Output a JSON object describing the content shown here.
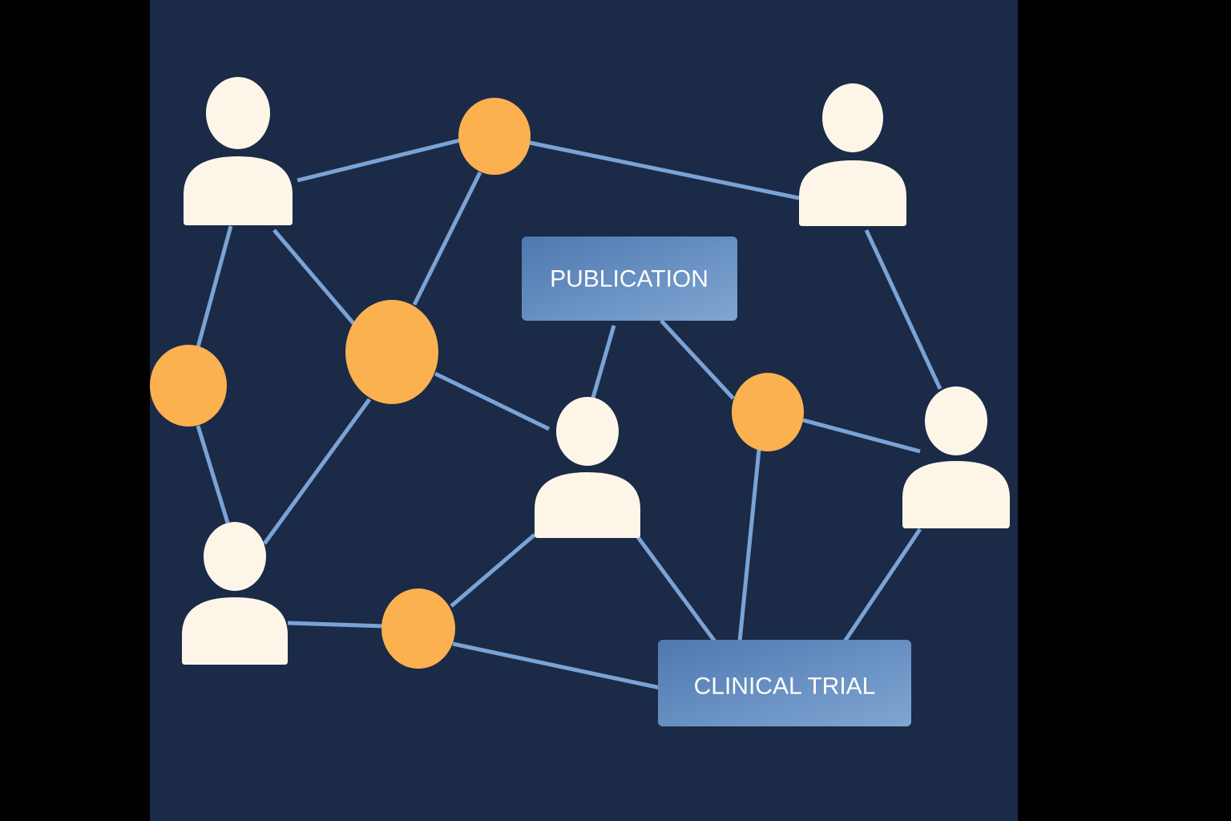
{
  "colors": {
    "page_background": "#000000",
    "panel_background": "#1b2a47",
    "edge": "#7aa3d6",
    "person": "#fdf6e8",
    "topic_node": "#fcb150",
    "label_box_from": "#4f78b0",
    "label_box_to": "#7fa6d2",
    "label_text": "#ffffff"
  },
  "nodes": {
    "person_icon": "person-icon",
    "topic_icon": "circle-node"
  },
  "labels": {
    "publication": "PUBLICATION",
    "clinical_trial": "CLINICAL TRIAL"
  }
}
